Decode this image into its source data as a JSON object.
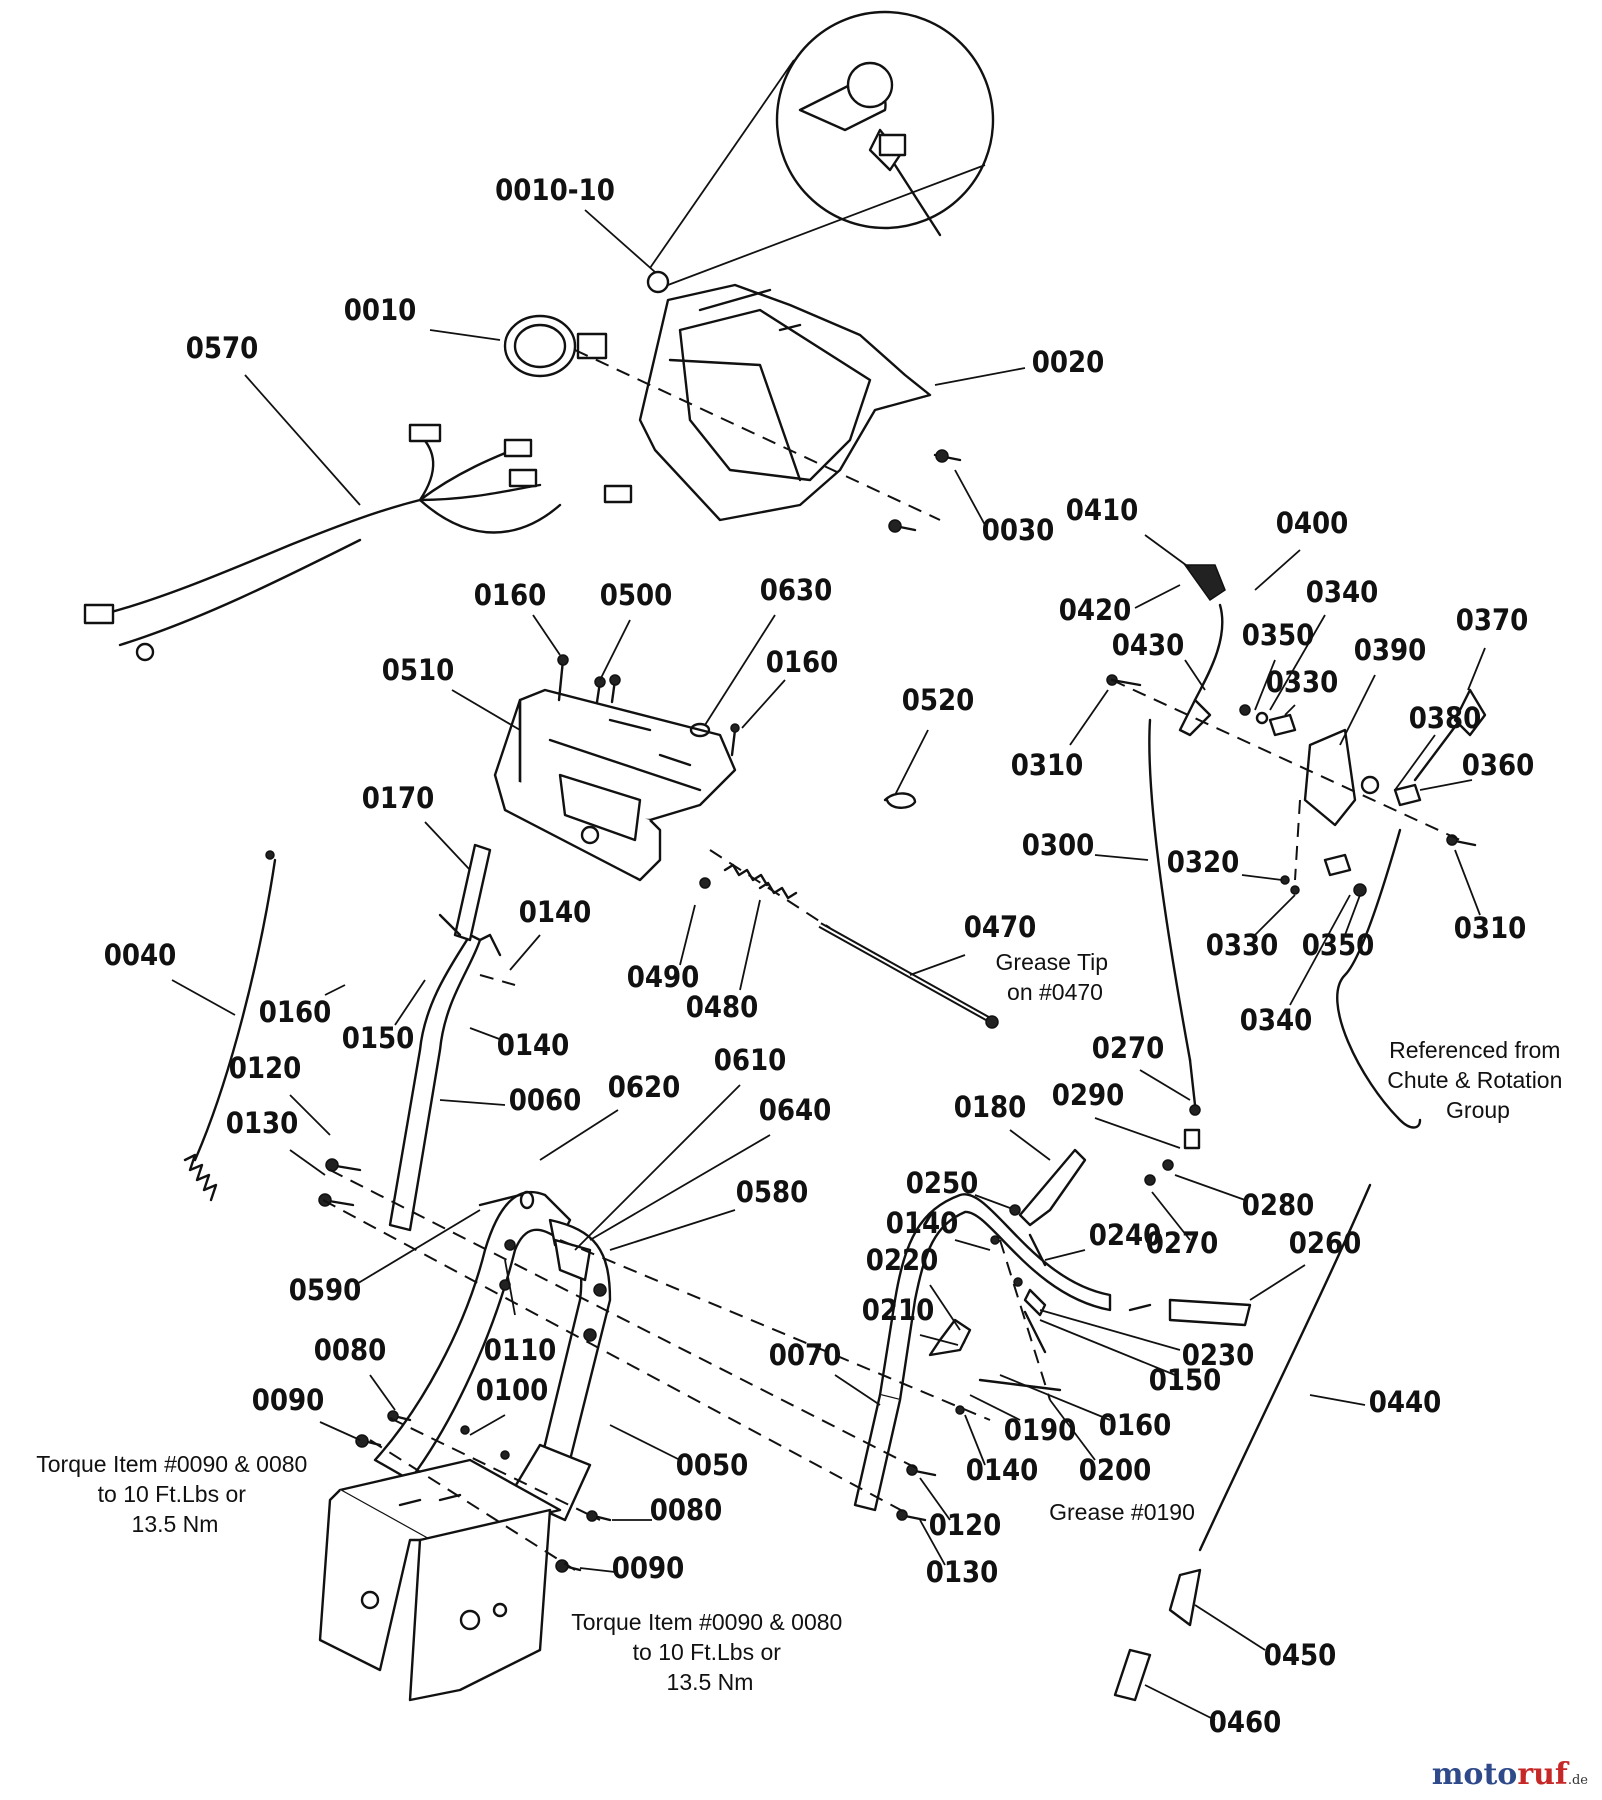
{
  "diagram": {
    "part_labels": [
      "0010-10",
      "0010",
      "0570",
      "0020",
      "0030",
      "0410",
      "0400",
      "0420",
      "0340",
      "0430",
      "0350",
      "0390",
      "0370",
      "0160",
      "0500",
      "0630",
      "0510",
      "0160",
      "0520",
      "0330",
      "0380",
      "0310",
      "0360",
      "0170",
      "0300",
      "0320",
      "0310",
      "0140",
      "0470",
      "0330",
      "0350",
      "0040",
      "0160",
      "0150",
      "0140",
      "0490",
      "0480",
      "0340",
      "0270",
      "0120",
      "0060",
      "0610",
      "0620",
      "0640",
      "0180",
      "0290",
      "0130",
      "0580",
      "0250",
      "0280",
      "0140",
      "0240",
      "0270",
      "0260",
      "0590",
      "0220",
      "0110",
      "0080",
      "0210",
      "0230",
      "0070",
      "0150",
      "0100",
      "0090",
      "0190",
      "0160",
      "0440",
      "0050",
      "0140",
      "0200",
      "0080",
      "0120",
      "0090",
      "0130",
      "0450",
      "0460"
    ],
    "grease_note_1": [
      "Grease Tip",
      "on #0470"
    ],
    "referenced_note": [
      "Referenced from",
      "Chute & Rotation",
      "Group"
    ],
    "torque_note_left": [
      "Torque Item #0090 & 0080",
      "to 10 Ft.Lbs or",
      "13.5 Nm"
    ],
    "torque_note_right": [
      "Torque Item #0090 & 0080",
      "to 10 Ft.Lbs or",
      "13.5 Nm"
    ],
    "grease_note_2": "Grease #0190"
  },
  "watermark": {
    "part_a": "moto",
    "part_b": "ruf",
    "suffix": ".de"
  }
}
